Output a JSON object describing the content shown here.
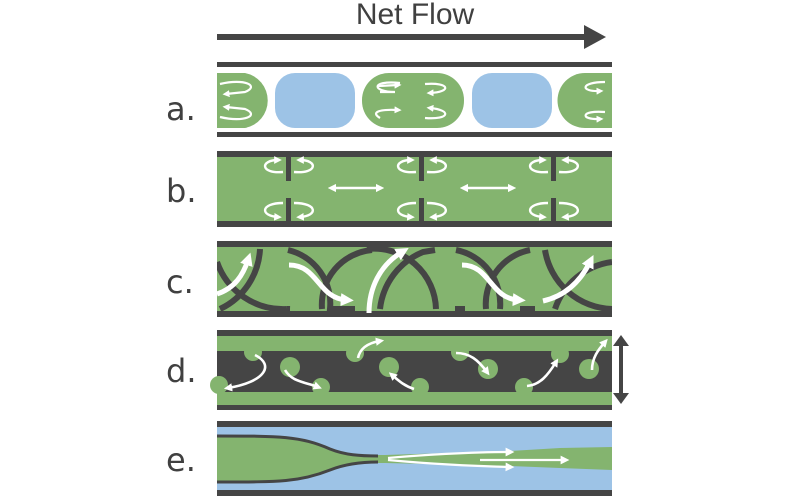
{
  "title": "Net Flow",
  "colors": {
    "wall": "#454545",
    "green": "#84b46f",
    "blue": "#9dc3e6",
    "arrow_white": "#ffffff",
    "text": "#404040"
  },
  "net_flow_arrow": {
    "direction": "right"
  },
  "rows": [
    {
      "id": "a",
      "label": "a.",
      "description": "Segmented slug flow: green slugs with internal recirculation separated by blue slugs"
    },
    {
      "id": "b",
      "label": "b.",
      "description": "Channel with baffles creating vortices and bidirectional oscillating flow"
    },
    {
      "id": "c",
      "label": "c.",
      "description": "Channel with curved split-and-recombine obstacles guiding flow"
    },
    {
      "id": "d",
      "label": "d.",
      "description": "Oscillating wall with green droplets moving between wall layers",
      "side_arrow": "vertical-double"
    },
    {
      "id": "e",
      "label": "e.",
      "description": "Flow-focusing: green stream narrowed inside blue sheath"
    }
  ]
}
